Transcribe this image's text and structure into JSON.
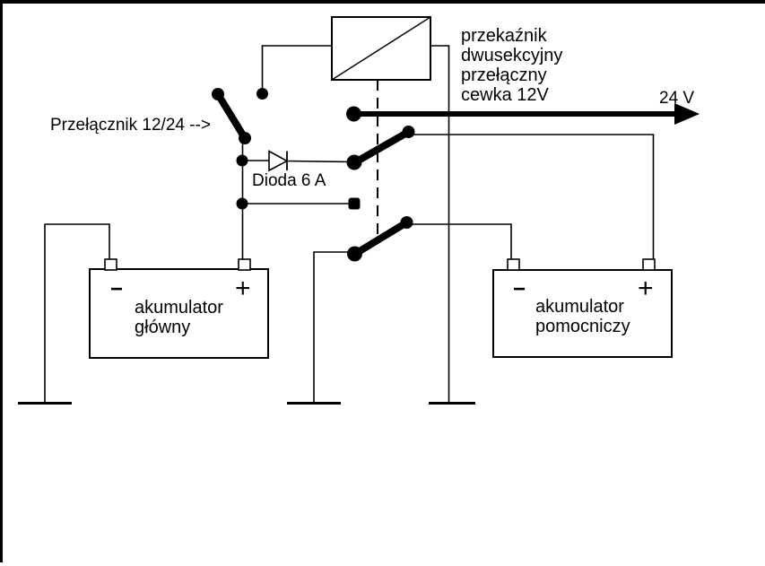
{
  "colors": {
    "ink": "#000000",
    "paper": "#ffffff"
  },
  "labels": {
    "selector_switch": "Przełącznik 12/24 -->",
    "relay_note": [
      "przekaźnik",
      "dwusekcyjny",
      "przełączny",
      "cewka 12V"
    ],
    "output_voltage": "24 V",
    "diode": "Dioda 6 A"
  },
  "main_battery": {
    "minus": "−",
    "plus": "+",
    "name_line1": "akumulator",
    "name_line2": "główny"
  },
  "aux_battery": {
    "minus": "−",
    "plus": "+",
    "name_line1": "akumulator",
    "name_line2": "pomocniczy"
  }
}
